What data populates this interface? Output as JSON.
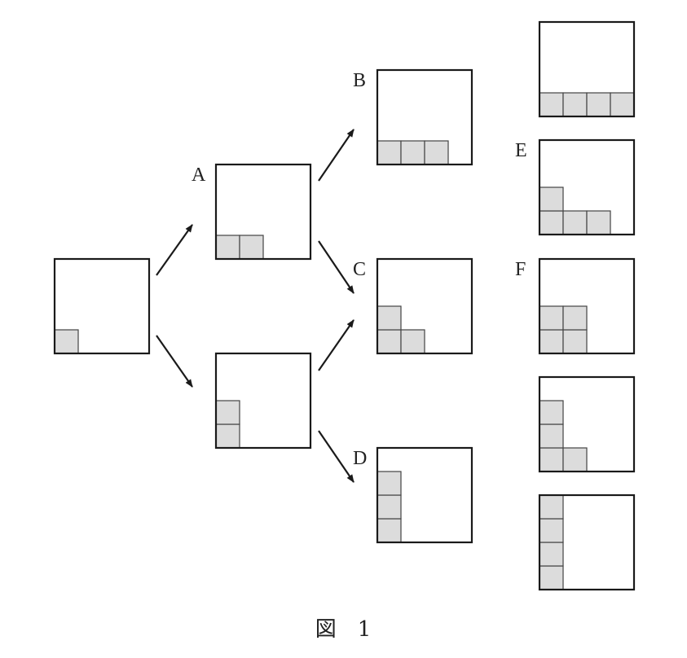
{
  "figure": {
    "caption": "図　1",
    "colors": {
      "stroke": "#1a1a1a",
      "cell_fill": "#dcdcdc",
      "background": "#ffffff"
    }
  },
  "boxes": [
    {
      "id": "start",
      "label": "",
      "cells": [
        [
          0,
          0
        ]
      ]
    },
    {
      "id": "A",
      "label": "A",
      "cells": [
        [
          0,
          0
        ],
        [
          1,
          0
        ]
      ]
    },
    {
      "id": "lower",
      "label": "",
      "cells": [
        [
          0,
          0
        ],
        [
          0,
          1
        ]
      ]
    },
    {
      "id": "B",
      "label": "B",
      "cells": [
        [
          0,
          0
        ],
        [
          1,
          0
        ],
        [
          2,
          0
        ]
      ]
    },
    {
      "id": "C",
      "label": "C",
      "cells": [
        [
          0,
          0
        ],
        [
          1,
          0
        ],
        [
          0,
          1
        ]
      ]
    },
    {
      "id": "D",
      "label": "D",
      "cells": [
        [
          0,
          0
        ],
        [
          0,
          1
        ],
        [
          0,
          2
        ]
      ]
    },
    {
      "id": "col4-1",
      "label": "",
      "cells": [
        [
          0,
          0
        ],
        [
          1,
          0
        ],
        [
          2,
          0
        ],
        [
          3,
          0
        ]
      ]
    },
    {
      "id": "E",
      "label": "E",
      "cells": [
        [
          0,
          0
        ],
        [
          1,
          0
        ],
        [
          2,
          0
        ],
        [
          0,
          1
        ]
      ]
    },
    {
      "id": "F",
      "label": "F",
      "cells": [
        [
          0,
          0
        ],
        [
          1,
          0
        ],
        [
          0,
          1
        ],
        [
          1,
          1
        ]
      ]
    },
    {
      "id": "col4-4",
      "label": "",
      "cells": [
        [
          0,
          0
        ],
        [
          1,
          0
        ],
        [
          0,
          1
        ],
        [
          0,
          2
        ]
      ]
    },
    {
      "id": "col4-5",
      "label": "",
      "cells": [
        [
          0,
          0
        ],
        [
          0,
          1
        ],
        [
          0,
          2
        ],
        [
          0,
          3
        ]
      ]
    }
  ],
  "arrows": [
    {
      "from": "start",
      "to": "A"
    },
    {
      "from": "start",
      "to": "lower"
    },
    {
      "from": "A",
      "to": "B"
    },
    {
      "from": "A",
      "to": "C"
    },
    {
      "from": "lower",
      "to": "C"
    },
    {
      "from": "lower",
      "to": "D"
    }
  ]
}
